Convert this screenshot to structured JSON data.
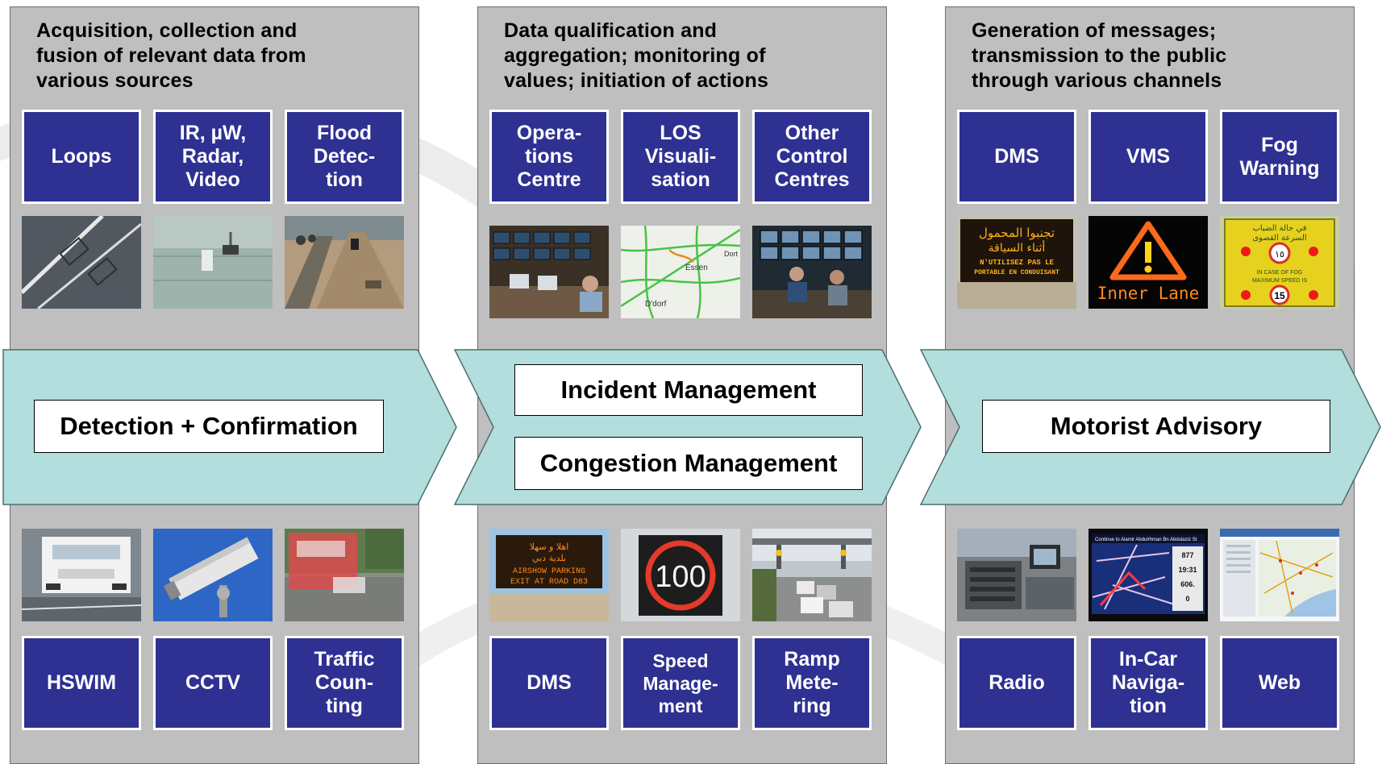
{
  "columns": [
    {
      "title": "Acquisition, collection and\nfusion of relevant data from\nvarious sources",
      "top_tiles": [
        "Loops",
        "IR, µW,\nRadar,\nVideo",
        "Flood\nDetec-\ntion"
      ],
      "bottom_tiles": [
        "HSWIM",
        "CCTV",
        "Traffic\nCoun-\nting"
      ],
      "stage_labels": [
        "Detection + Confirmation"
      ]
    },
    {
      "title": "Data qualification and\naggregation; monitoring of\nvalues; initiation of actions",
      "top_tiles": [
        "Opera-\ntions\nCentre",
        "LOS\nVisuali-\nsation",
        "Other\nControl\nCentres"
      ],
      "bottom_tiles": [
        "DMS",
        "Speed\nManage-\nment",
        "Ramp\nMete-\nring"
      ],
      "stage_labels": [
        "Incident Management",
        "Congestion Management"
      ]
    },
    {
      "title": "Generation of messages;\ntransmission to the public\nthrough various channels",
      "top_tiles": [
        "DMS",
        "VMS",
        "Fog\nWarning"
      ],
      "bottom_tiles": [
        "Radio",
        "In-Car\nNaviga-\ntion",
        "Web"
      ],
      "stage_labels": [
        "Motorist Advisory"
      ]
    }
  ],
  "photos": {
    "dms_arabic": "تجنبوا المحمول\nأثناء السياقة",
    "dms_french": "N'UTILISEZ PAS LE\nPORTABLE EN CONDUISANT",
    "vms_text": "Inner Lane",
    "fog_arabic": "في حالة الضباب\nالسرعة القصوى",
    "fog_limit_ar": "١٥",
    "fog_english": "IN CASE OF FOG\nMAXIMUM SPEED IS",
    "fog_limit": "15",
    "los_places": [
      "Essen",
      "Dort\nmun",
      "D'dorf"
    ],
    "airshow_arabic": "اهلا و سهلا\nبلدية دبي",
    "airshow_text": "AIRSHOW PARKING\nEXIT AT ROAD D83",
    "speed_sign": "100",
    "nav_street": "Continue to Alamir Abdulrhman Bn Abdulaziz St",
    "nav_values": [
      "877",
      "19:31",
      "606.",
      "0"
    ]
  },
  "colors": {
    "tile": "#2e3192",
    "panel": "#bfbfbf",
    "band": "#b2dede"
  }
}
